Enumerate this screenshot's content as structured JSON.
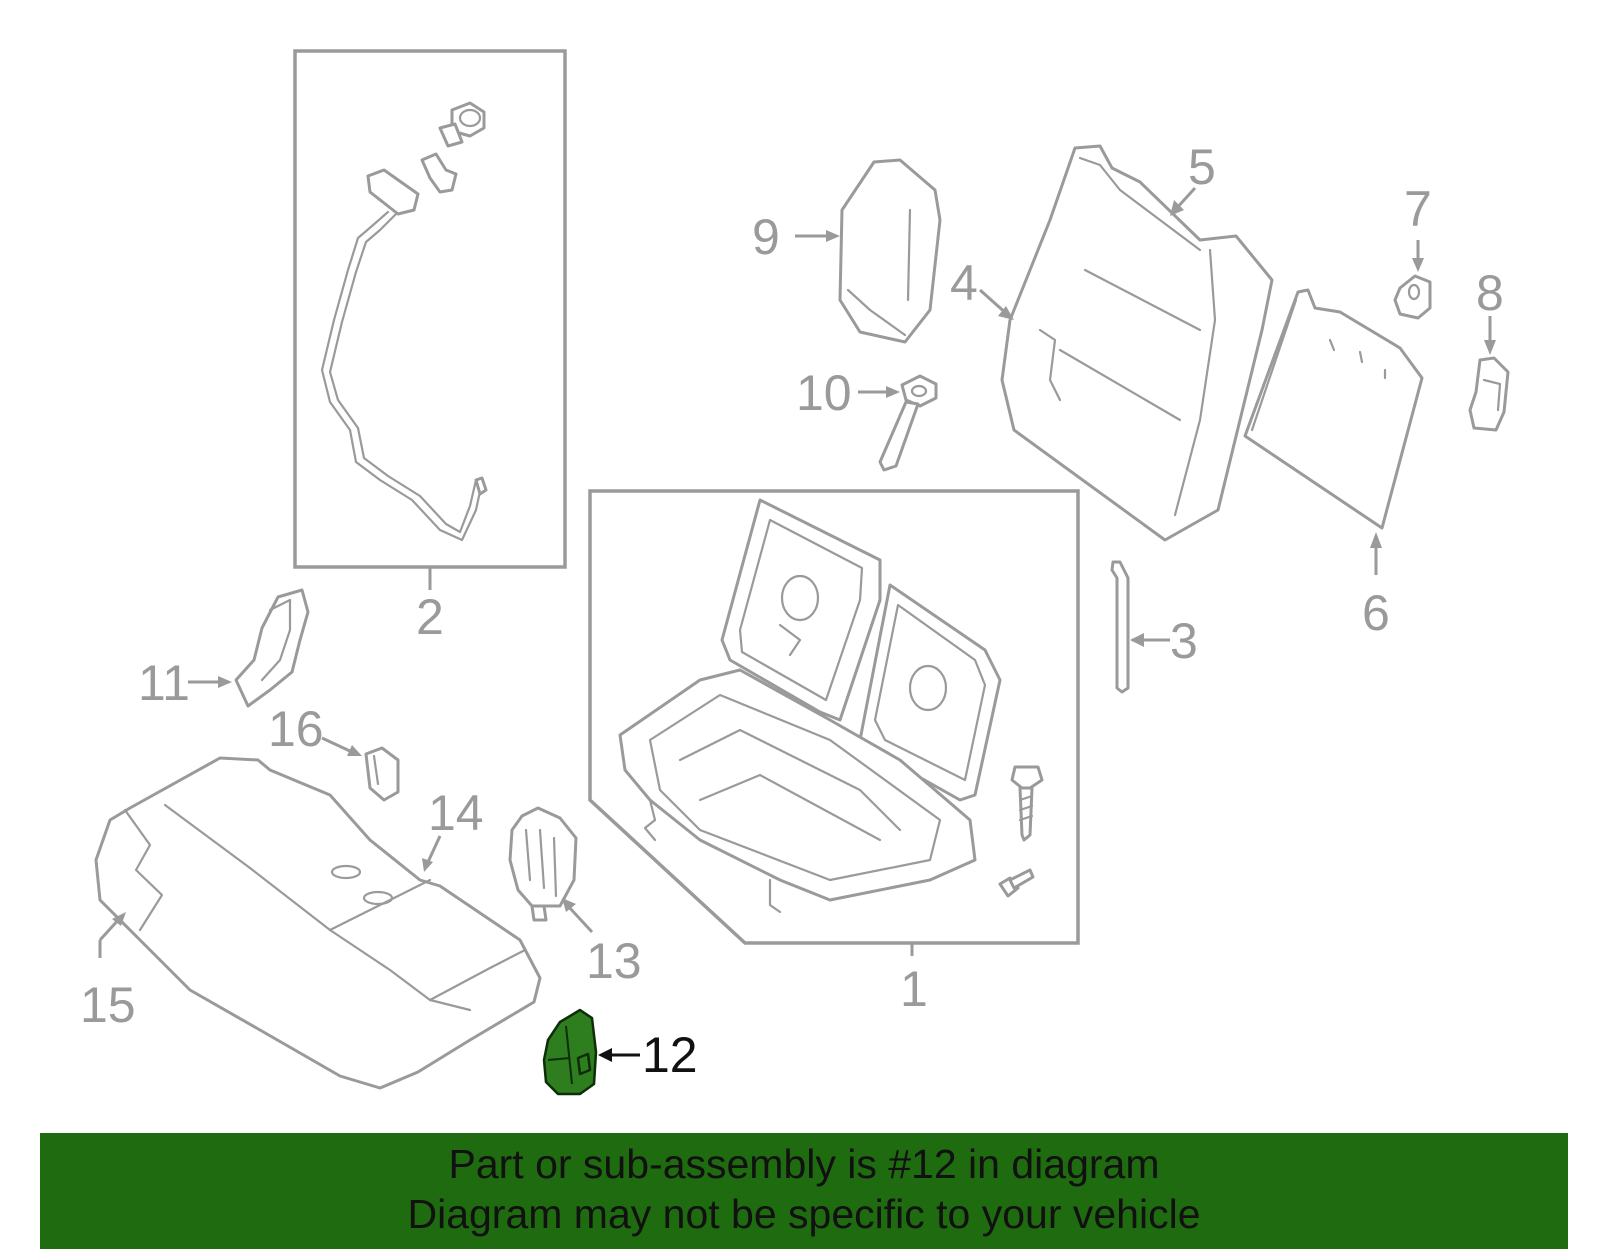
{
  "diagram": {
    "highlight_color": "#2e7d1e",
    "part_line_color": "#9a9a9a",
    "callouts": [
      {
        "id": "1",
        "label": "1"
      },
      {
        "id": "2",
        "label": "2"
      },
      {
        "id": "3",
        "label": "3"
      },
      {
        "id": "4",
        "label": "4"
      },
      {
        "id": "5",
        "label": "5"
      },
      {
        "id": "6",
        "label": "6"
      },
      {
        "id": "7",
        "label": "7"
      },
      {
        "id": "8",
        "label": "8"
      },
      {
        "id": "9",
        "label": "9"
      },
      {
        "id": "10",
        "label": "10"
      },
      {
        "id": "11",
        "label": "11"
      },
      {
        "id": "12",
        "label": "12",
        "highlighted": true
      },
      {
        "id": "13",
        "label": "13"
      },
      {
        "id": "14",
        "label": "14"
      },
      {
        "id": "15",
        "label": "15"
      },
      {
        "id": "16",
        "label": "16"
      }
    ]
  },
  "banner": {
    "background": "#1f6b0f",
    "line1": "Part or sub-assembly is #12 in diagram",
    "line2": "Diagram may not be specific to your vehicle"
  }
}
